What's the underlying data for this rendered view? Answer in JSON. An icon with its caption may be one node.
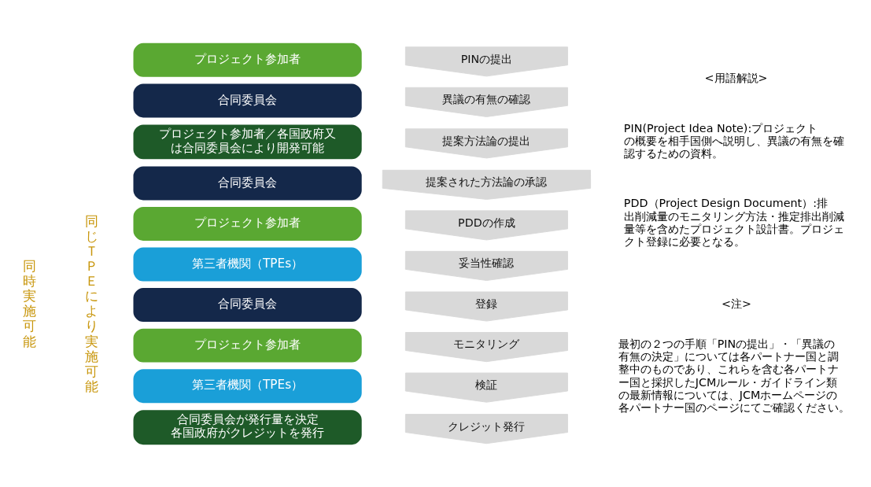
{
  "diagram": {
    "nodes": [
      {
        "text": [
          "プロジェクト参加者"
        ]
      },
      {
        "text": [
          "合同委員会"
        ]
      },
      {
        "text": [
          "プロジェクト参加者／各国政府又は合同委員会により開発可能"
        ]
      },
      {
        "text": [
          "合同委員会"
        ]
      },
      {
        "text": [
          "プロジェクト参加者"
        ]
      },
      {
        "text": [
          "第三者機関（TPEs）"
        ]
      },
      {
        "text": [
          "合同委員会"
        ]
      },
      {
        "text": [
          "プロジェクト参加者"
        ]
      },
      {
        "text": [
          "第三者機関（TPEs）"
        ]
      },
      {
        "text": [
          "合同委員会が発行量を決定",
          "各国政府がクレジットを発行"
        ]
      },
      {
        "text": [
          "PINの提出"
        ]
      },
      {
        "text": [
          "異議の有無の確認"
        ]
      },
      {
        "text": [
          "提案方法論の提出"
        ]
      },
      {
        "text": [
          "提案された方法論の承認"
        ]
      },
      {
        "text": [
          "PDDの作成"
        ]
      },
      {
        "text": [
          "妥当性確認"
        ]
      },
      {
        "text": [
          "登録"
        ]
      },
      {
        "text": [
          "モニタリング"
        ]
      },
      {
        "text": [
          "検証"
        ]
      },
      {
        "text": [
          "クレジット発行"
        ]
      }
    ],
    "edges": [],
    "labels": [
      "同じＴＰＥにより実施可能",
      "同時実施可能",
      "<用語解説>",
      "PIN(Project Idea Note):プロジェクトの概要を相手国側へ説明し、異議の有無を確認するための資料。",
      "PDD（Project Design Document）:排出削減量のモニタリング方法・推定排出削減量等を含めたプロジェクト設計書。プロジェクト登録に必要となる。",
      "<注>",
      "最初の２つの手順「PINの提出」・「異議の有無の決定」については各パートナー国と調整中のものであり、これらを含む各パートナー国と採択したJCMルール・ガイドライン類の最新情報については、JCMホームページの各パートナー国のページにてご確認ください。"
    ]
  }
}
